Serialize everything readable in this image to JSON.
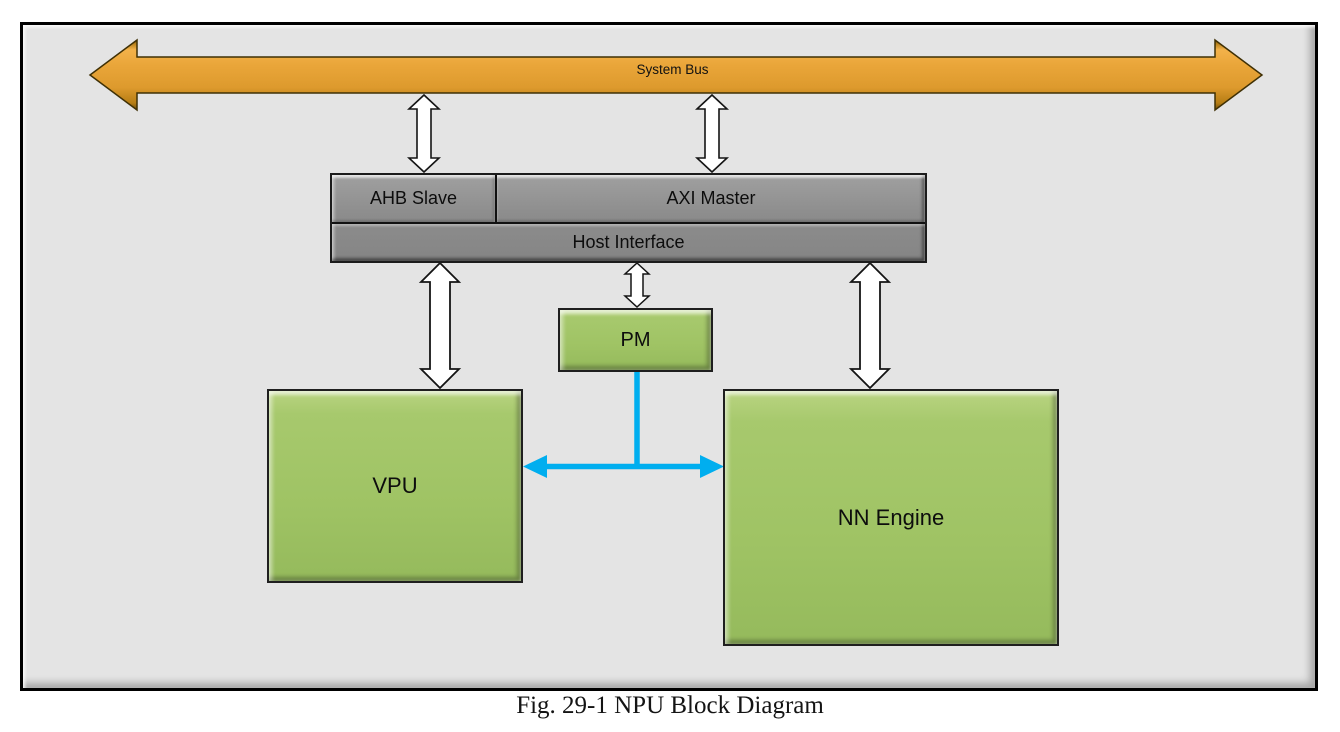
{
  "figure": {
    "caption": "Fig. 29-1 NPU Block Diagram"
  },
  "diagram": {
    "system_bus": {
      "label": "System Bus"
    },
    "host_interface": {
      "label": "Host Interface",
      "ports": {
        "ahb_slave": "AHB Slave",
        "axi_master": "AXI Master"
      }
    },
    "blocks": {
      "pm": {
        "label": "PM"
      },
      "vpu": {
        "label": "VPU"
      },
      "nn_engine": {
        "label": "NN Engine"
      }
    },
    "connections": [
      "System Bus <-> AHB Slave",
      "System Bus <-> AXI Master",
      "Host Interface <-> VPU",
      "Host Interface <-> PM",
      "Host Interface <-> NN Engine",
      "VPU <-> NN Engine (PM tap)"
    ],
    "colors": {
      "bus_orange": "#E5A135",
      "block_green": "#A0C365",
      "block_gray": "#8D8D8D",
      "connector_cyan": "#00AEEF",
      "panel_background": "#E4E4E4"
    }
  }
}
